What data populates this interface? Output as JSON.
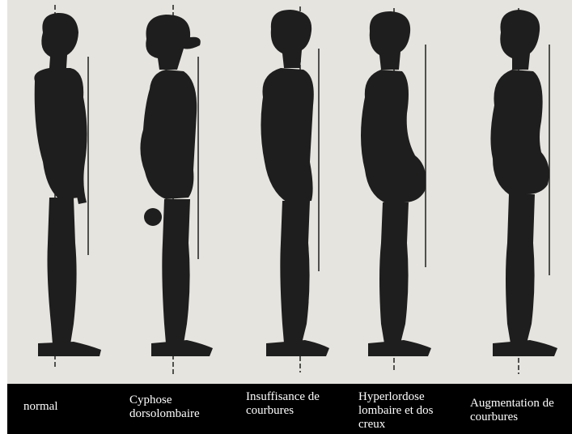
{
  "colors": {
    "background": "#ffffff",
    "paper": "#e6e4df",
    "ink": "#1e1e1e",
    "caption_bar": "#000000",
    "caption_text": "#ffffff"
  },
  "postures": [
    {
      "id": "normal",
      "caption": "normal"
    },
    {
      "id": "cyphose",
      "caption": "Cyphose\ndorsolombaire"
    },
    {
      "id": "insuffisance",
      "caption": "Insuffisance de\ncourbures"
    },
    {
      "id": "hyperlordose",
      "caption": "Hyperlordose\nlombaire et dos\ncreux"
    },
    {
      "id": "augmentation",
      "caption": "Augmentation de\ncourbures"
    }
  ]
}
